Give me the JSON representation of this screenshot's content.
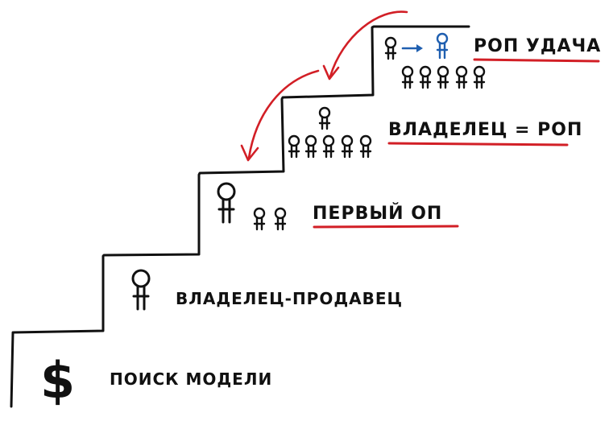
{
  "colors": {
    "ink": "#111111",
    "accent_red": "#d21f26",
    "accent_blue": "#1f5fb0"
  },
  "steps": [
    {
      "label": "ПОИСК МОДЕЛИ",
      "icon": "dollar-icon",
      "underlined": false
    },
    {
      "label": "ВЛАДЕЛЕЦ-ПРОДАВЕЦ",
      "icon": "person-icon",
      "underlined": false
    },
    {
      "label": "ПЕРВЫЙ ОП",
      "icon": "person-group-icon",
      "underlined": true
    },
    {
      "label": "ВЛАДЕЛЕЦ = РОП",
      "icon": "person-team-icon",
      "underlined": true
    },
    {
      "label": "РОП УДАЧА",
      "icon": "person-handoff-icon",
      "underlined": true
    }
  ],
  "dollar_symbol": "$",
  "arrows": [
    {
      "name": "return-arrow-top",
      "from_step": 4,
      "to_step": 3
    },
    {
      "name": "return-arrow-middle",
      "from_step": 3,
      "to_step": 2
    }
  ]
}
